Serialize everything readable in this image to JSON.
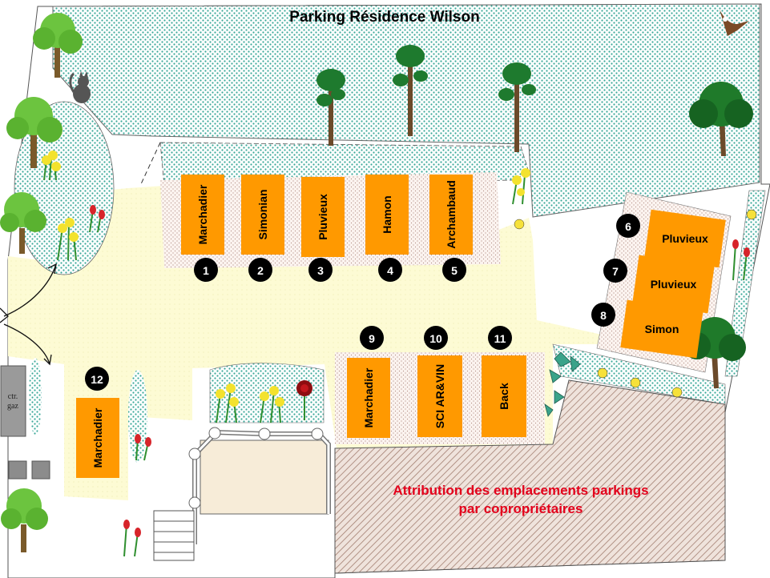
{
  "title": "Parking Résidence Wilson",
  "caption": {
    "line1": "Attribution des emplacements parkings",
    "line2": "par copropriétaires",
    "color": "#e3001b"
  },
  "gas_box": {
    "line1": "ctr.",
    "line2": "gaz"
  },
  "colors": {
    "spot": "#ff9900",
    "paving": "#fdfbd4",
    "lawn_dots": "#3aa899",
    "number_badge": "#000000"
  },
  "spots": [
    {
      "number": "1",
      "owner": "Marchadier"
    },
    {
      "number": "2",
      "owner": "Simonian"
    },
    {
      "number": "3",
      "owner": "Pluvieux"
    },
    {
      "number": "4",
      "owner": "Hamon"
    },
    {
      "number": "5",
      "owner": "Archambaud"
    },
    {
      "number": "6",
      "owner": "Pluvieux"
    },
    {
      "number": "7",
      "owner": "Pluvieux"
    },
    {
      "number": "8",
      "owner": "Simon"
    },
    {
      "number": "9",
      "owner": "Marchadier"
    },
    {
      "number": "10",
      "owner": "SCI AR&VIN"
    },
    {
      "number": "11",
      "owner": "Back"
    },
    {
      "number": "12",
      "owner": "Marchadier"
    }
  ]
}
